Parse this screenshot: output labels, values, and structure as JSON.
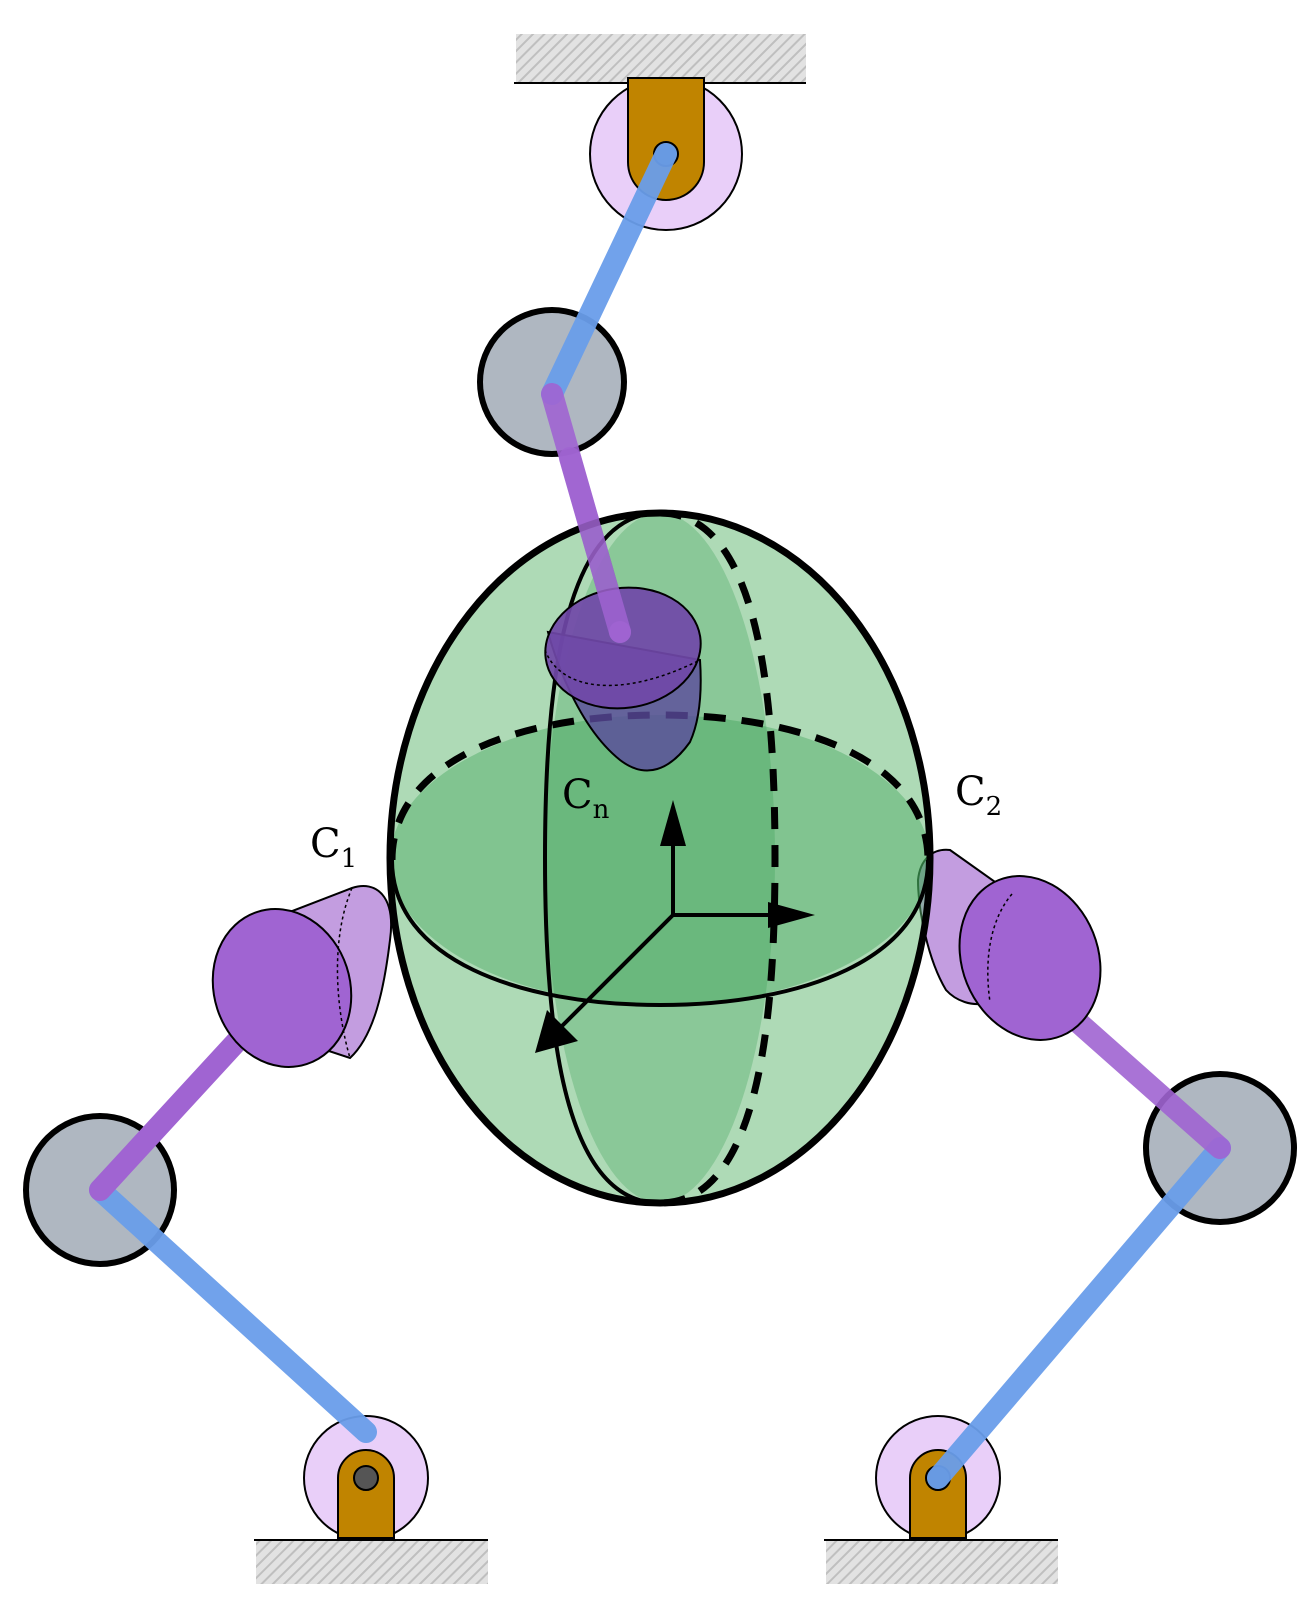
{
  "labels": {
    "c1": {
      "main": "C",
      "sub": "1"
    },
    "c2": {
      "main": "C",
      "sub": "2"
    },
    "cn": {
      "main": "C",
      "sub": "n"
    }
  },
  "colors": {
    "body_fill": "#5db56e",
    "body_stroke": "#000000",
    "link_upper": "#6a9eea",
    "link_lower": "#a064d2",
    "contact_cone": "#a064d2",
    "cone_light": "#c39de0",
    "joint_fill": "#afb7c1",
    "base_disc": "#e9cff9",
    "base_bracket": "#c08400",
    "ground_hatch": "#cccccc"
  },
  "icons": {
    "ground": "hatched-ground-icon",
    "revolute_joint": "joint-circle-icon",
    "base_pivot": "pivot-bracket-icon",
    "frame": "coordinate-axes-icon"
  }
}
